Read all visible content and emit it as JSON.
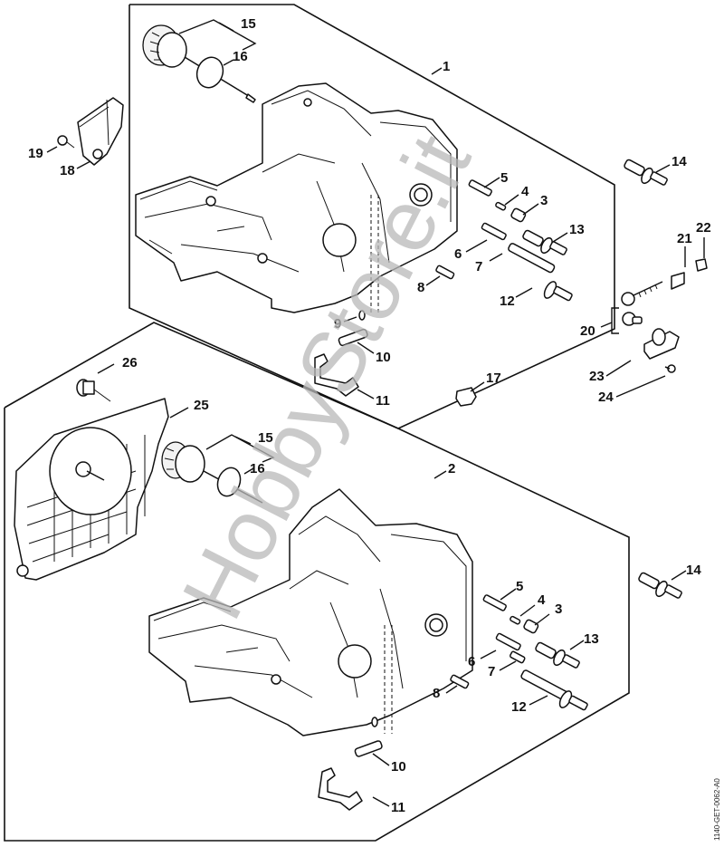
{
  "diagram": {
    "type": "exploded-parts-view",
    "watermark": "HobbyStore.it",
    "drawing_code": "1140-GET-0062-A0",
    "upper_assembly": {
      "assembly_label": "1",
      "callouts": {
        "c15": "15",
        "c16": "16",
        "c1": "1",
        "c19": "19",
        "c18": "18",
        "c14": "14",
        "c5": "5",
        "c4": "4",
        "c3": "3",
        "c13": "13",
        "c6": "6",
        "c7": "7",
        "c8": "8",
        "c12": "12",
        "c9": "9",
        "c10": "10",
        "c11": "11",
        "c17": "17",
        "c20": "20",
        "c21": "21",
        "c22": "22",
        "c23": "23",
        "c24": "24"
      }
    },
    "lower_assembly": {
      "assembly_label": "2",
      "callouts": {
        "c26": "26",
        "c25": "25",
        "c15": "15",
        "c16": "16",
        "c2": "2",
        "c14": "14",
        "c5": "5",
        "c4": "4",
        "c3": "3",
        "c13": "13",
        "c6": "6",
        "c7": "7",
        "c8": "8",
        "c12": "12",
        "c10": "10",
        "c11": "11"
      }
    }
  }
}
